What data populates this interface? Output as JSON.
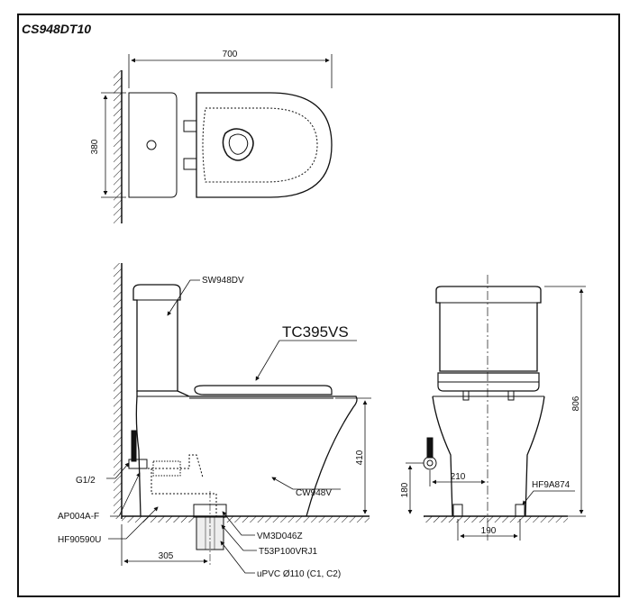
{
  "model": "CS948DT10",
  "top_view": {
    "width_dim": "700",
    "depth_dim": "380"
  },
  "side_view": {
    "tank_part": "SW948DV",
    "seat_part": "TC395VS",
    "bowl_part": "CW948V",
    "inlet_thread": "G1/2",
    "valve_part": "AP004A-F",
    "hose_part": "HF90590U",
    "parts_a": "VM3D046Z",
    "parts_b": "T53P100VRJ1",
    "pipe_spec": "uPVC Ø110 (C1, C2)",
    "rough_in_dim": "305",
    "seat_height_dim": "410"
  },
  "front_view": {
    "height_dim": "806",
    "offset_dim": "210",
    "inlet_height_dim": "180",
    "bolt_spacing_dim": "190",
    "fixing_part": "HF9A874"
  },
  "colors": {
    "line": "#111111",
    "background": "#ffffff"
  }
}
